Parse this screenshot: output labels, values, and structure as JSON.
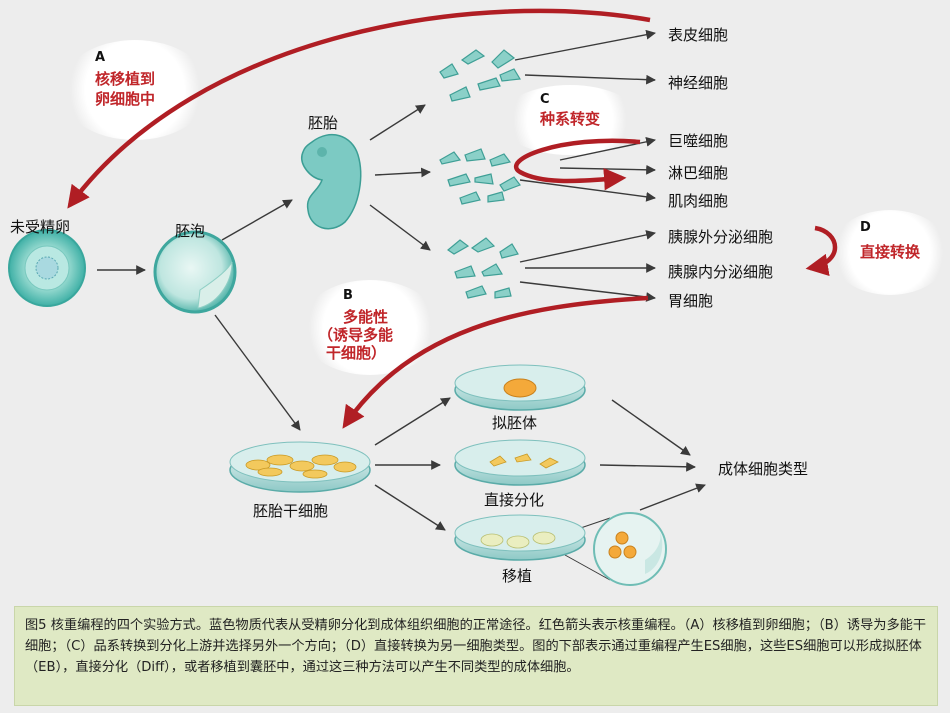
{
  "labels": {
    "unfertilized_egg": "未受精卵",
    "blastocyst": "胚泡",
    "embryo": "胚胎",
    "es_cells": "胚胎干细胞",
    "epidermal": "表皮细胞",
    "nerve": "神经细胞",
    "macrophage": "巨噬细胞",
    "lymphocyte": "淋巴细胞",
    "muscle": "肌肉细胞",
    "pancreas_exocrine": "胰腺外分泌细胞",
    "pancreas_endocrine": "胰腺内分泌细胞",
    "stomach": "胃细胞",
    "embryoid": "拟胚体",
    "direct_diff": "直接分化",
    "transplant": "移植",
    "adult_types": "成体细胞类型"
  },
  "annotations": {
    "a_letter": "A",
    "a_line1": "核移植到",
    "a_line2": "卵细胞中",
    "b_letter": "B",
    "b_line1": "多能性",
    "b_line2": "（诱导多能",
    "b_line3": "干细胞）",
    "c_letter": "C",
    "c_line1": "种系转变",
    "d_letter": "D",
    "d_line1": "直接转换"
  },
  "caption": {
    "text": "图5 核重编程的四个实验方式。蓝色物质代表从受精卵分化到成体组织细胞的正常途径。红色箭头表示核重编程。（A）核移植到卵细胞；（B）诱导为多能干细胞；（C）品系转换到分化上游并选择另外一个方向；（D）直接转换为另一细胞类型。图的下部表示通过重编程产生ES细胞，这些ES细胞可以形成拟胚体（EB），直接分化（Diff），或者移植到囊胚中，通过这三种方法可以产生不同类型的成体细胞。"
  },
  "colors": {
    "cell_teal": "#6fc6c0",
    "reprogram_red": "#b01e24",
    "arrow_dark": "#3a3a3a",
    "caption_bg": "#dfe9c4"
  }
}
